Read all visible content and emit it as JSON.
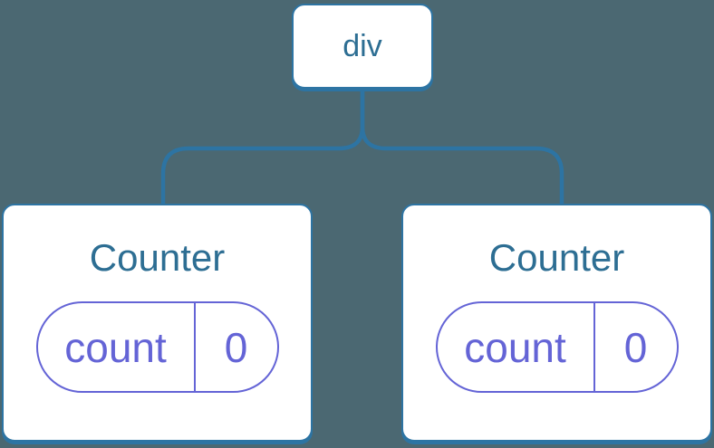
{
  "diagram": {
    "description": "component tree",
    "root": {
      "label": "div"
    },
    "children": [
      {
        "title": "Counter",
        "state": {
          "key": "count",
          "value": "0"
        }
      },
      {
        "title": "Counter",
        "state": {
          "key": "count",
          "value": "0"
        }
      }
    ]
  },
  "colors": {
    "background": "#4b6872",
    "node_stroke_blue": "#2d74a3",
    "node_text_blue": "#2d6e93",
    "state_purple": "#6464d6",
    "node_fill": "#ffffff"
  }
}
